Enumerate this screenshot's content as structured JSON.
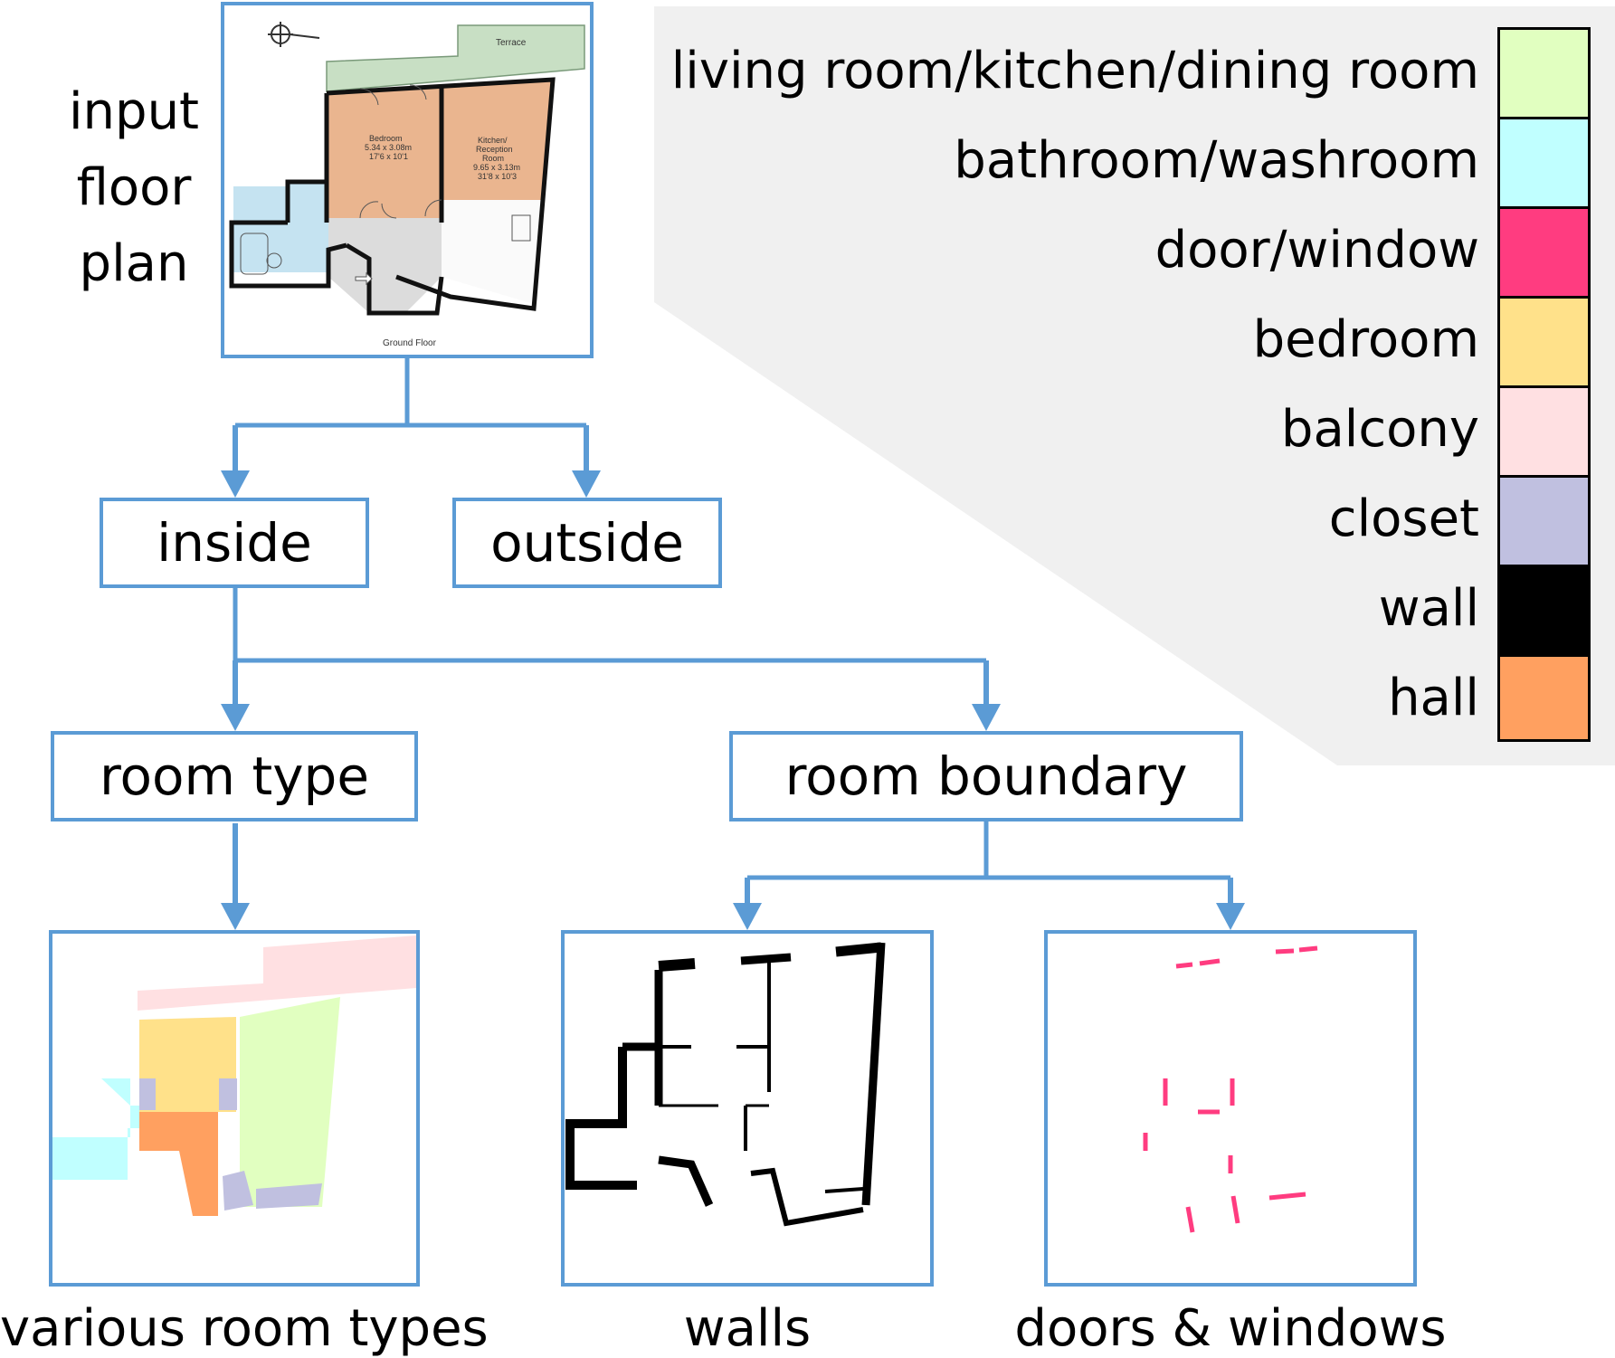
{
  "input_label": [
    "input",
    "floor",
    "plan"
  ],
  "floorplan_text": {
    "terrace": "Terrace",
    "bedroom": [
      "Bedroom",
      "5.34 x 3.08m",
      "17'6 x 10'1"
    ],
    "kitchen": [
      "Kitchen/",
      "Reception",
      "Room",
      "9.65 x 3.13m",
      "31'8 x 10'3"
    ],
    "footer": "Ground Floor"
  },
  "nodes": {
    "inside": "inside",
    "outside": "outside",
    "room_type": "room type",
    "room_boundary": "room boundary"
  },
  "outputs": {
    "room_types": "various room types",
    "walls": "walls",
    "doors_windows": "doors & windows"
  },
  "legend": [
    {
      "label": "living room/kitchen/dining room",
      "color": "#e1ffc0"
    },
    {
      "label": "bathroom/washroom",
      "color": "#c0ffff"
    },
    {
      "label": "door/window",
      "color": "#ff3c80"
    },
    {
      "label": "bedroom",
      "color": "#ffe18a"
    },
    {
      "label": "balcony",
      "color": "#ffe0e2"
    },
    {
      "label": "closet",
      "color": "#c0c0e0"
    },
    {
      "label": "wall",
      "color": "#000000"
    },
    {
      "label": "hall",
      "color": "#ffa060"
    }
  ],
  "colors": {
    "connector": "#5b9bd5",
    "legend_bg": "#f0f0f0",
    "floorplan_room": "#eab58f",
    "floorplan_terrace": "#c8dfc4",
    "floorplan_bath": "#c5e3f1",
    "floorplan_hall": "#dcdcdc"
  }
}
